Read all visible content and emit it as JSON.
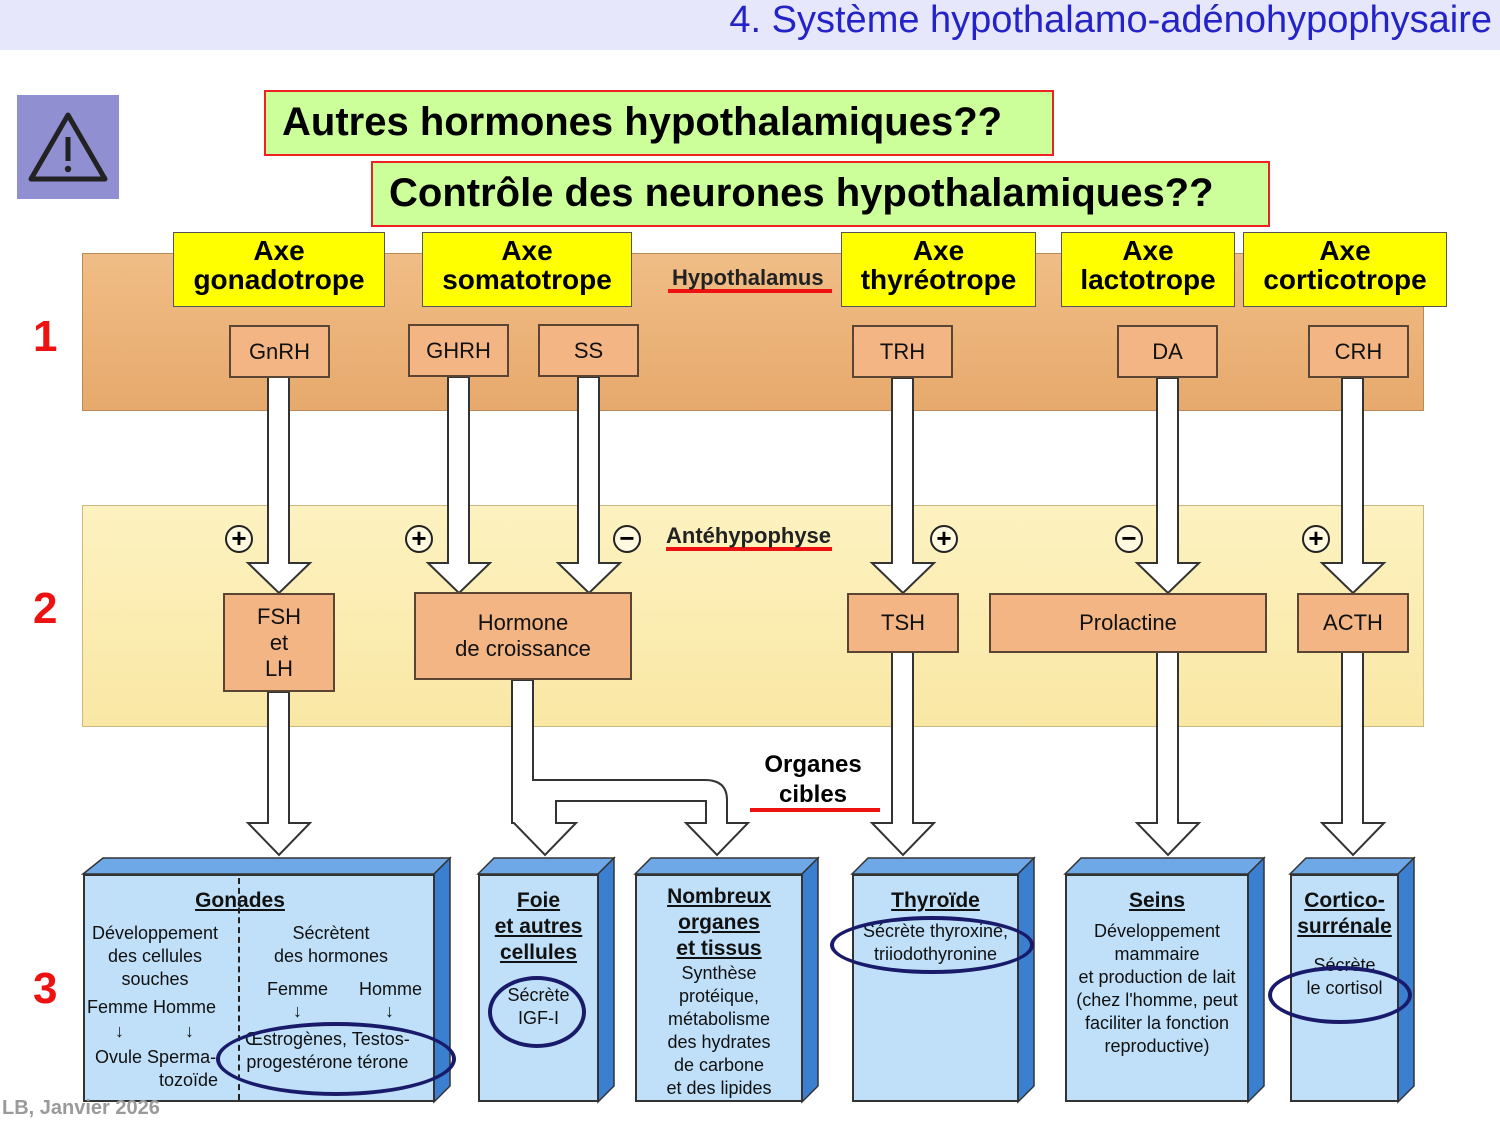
{
  "header": {
    "title": "4. Système hypothalamo-adénohypophysaire"
  },
  "questions": [
    "Autres hormones hypothalamiques??",
    "Contrôle des neurones hypothalamiques??"
  ],
  "levels": [
    "1",
    "2",
    "3"
  ],
  "regions": {
    "hypothalamus": "Hypothalamus",
    "antehypophyse": "Antéhypophyse",
    "organes_cibles": [
      "Organes",
      "cibles"
    ]
  },
  "axes": [
    [
      "Axe",
      "gonadotrope"
    ],
    [
      "Axe",
      "somatotrope"
    ],
    [
      "Axe",
      "thyréotrope"
    ],
    [
      "Axe",
      "lactotrope"
    ],
    [
      "Axe",
      "corticotrope"
    ]
  ],
  "hypothalamic_hormones": [
    "GnRH",
    "GHRH",
    "SS",
    "TRH",
    "DA",
    "CRH"
  ],
  "effects": [
    "+",
    "+",
    "−",
    "+",
    "−",
    "+"
  ],
  "pituitary_hormones": {
    "fsh_lh": [
      "FSH",
      "et",
      "LH"
    ],
    "gh": [
      "Hormone",
      "de croissance"
    ],
    "tsh": "TSH",
    "prolactine": "Prolactine",
    "acth": "ACTH"
  },
  "organs": {
    "gonades": {
      "title": "Gonades",
      "left": [
        "Développement",
        "des cellules",
        "souches"
      ],
      "left_sexes": "Femme Homme",
      "left_products": [
        "Ovule",
        "Sperma-",
        "tozoïde"
      ],
      "right": [
        "Sécrètent",
        "des hormones"
      ],
      "right_sexes": [
        "Femme",
        "Homme"
      ],
      "right_products": [
        "Œstrogènes, Testos-",
        "progestérone  térone"
      ]
    },
    "foie": {
      "title": [
        "Foie",
        "et autres",
        "cellules"
      ],
      "body": [
        "Sécrète",
        "IGF-I"
      ]
    },
    "nombreux": {
      "title": [
        "Nombreux",
        "organes",
        "et tissus"
      ],
      "body": [
        "Synthèse",
        "protéique,",
        "métabolisme",
        "des hydrates",
        "de carbone",
        "et des lipides"
      ]
    },
    "thyroide": {
      "title": "Thyroïde",
      "body": [
        "Sécrète thyroxine,",
        "triiodothyronine"
      ]
    },
    "seins": {
      "title": "Seins",
      "body": [
        "Développement",
        "mammaire",
        "et production de lait",
        "(chez l'homme, peut",
        "faciliter la fonction",
        "reproductive)"
      ]
    },
    "cortico": {
      "title": [
        "Cortico-",
        "surrénale"
      ],
      "body": [
        "Sécrète",
        "le cortisol"
      ]
    }
  },
  "footer": "LB, Janvier 2026",
  "colors": {
    "header_bg": "#e6e7fb",
    "header_text": "#2323c8",
    "question_bg": "#ccff99",
    "question_border": "#ee2222",
    "axis_bg": "#ffff00",
    "level_number": "#ee1111",
    "organ_bg": "#bfe0f8",
    "highlight_ring": "#1a1a6a",
    "underline": "#ee1111"
  }
}
